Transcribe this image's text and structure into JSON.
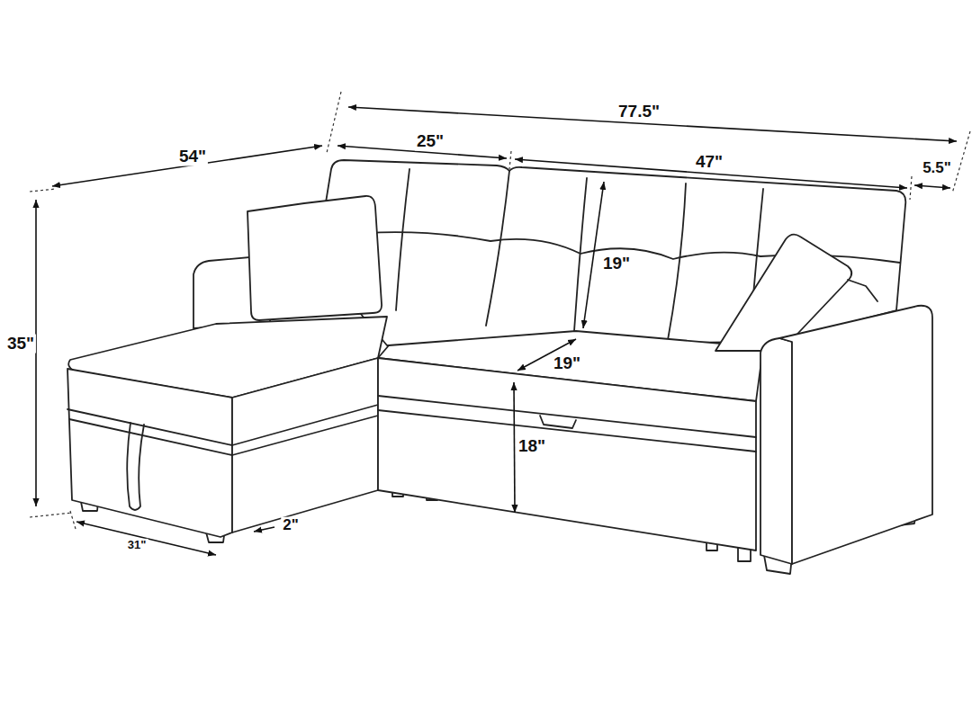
{
  "diagram": {
    "labels": [
      "54\"",
      "77.5\"",
      "25\"",
      "47\"",
      "5.5\"",
      "35\"",
      "19\"",
      "19\"",
      "18\"",
      "31\"",
      "2\""
    ]
  }
}
